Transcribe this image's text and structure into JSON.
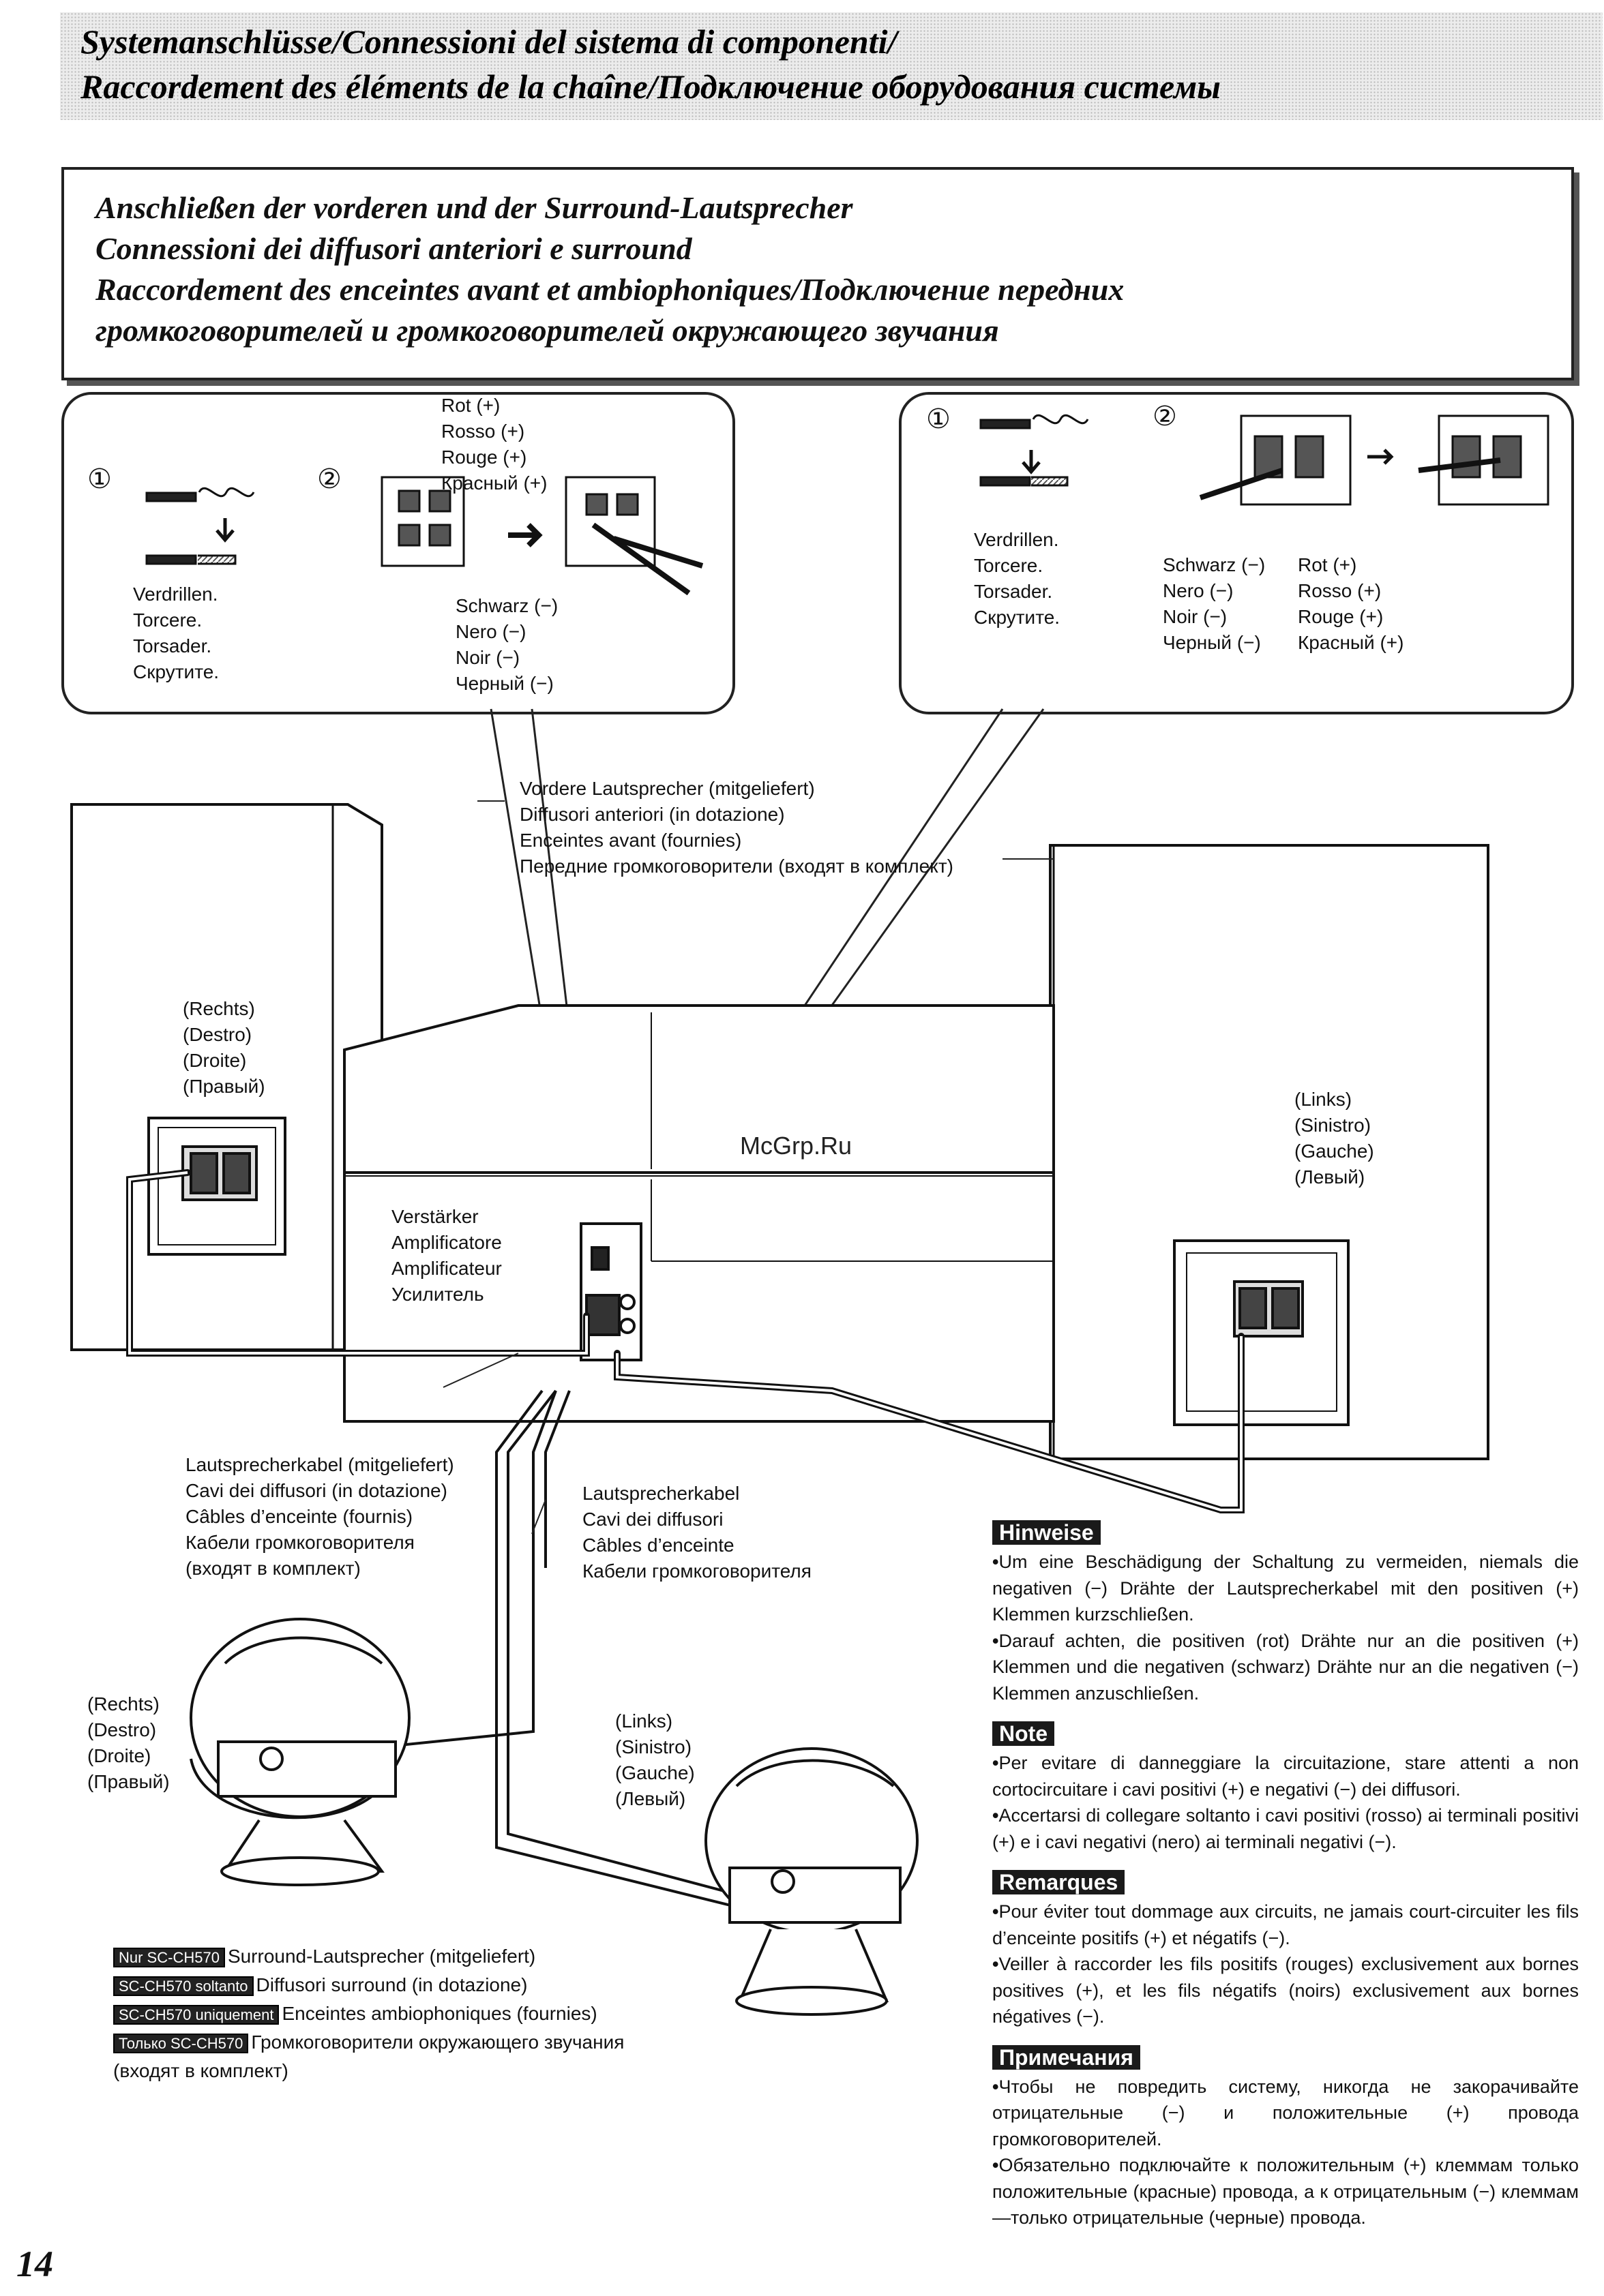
{
  "header": {
    "title_line1": "Systemanschlüsse/Connessioni del sistema di componenti/",
    "title_line2": "Raccordement des éléments de la chaîne/Подключение оборудования системы"
  },
  "section": {
    "line1": "Anschließen der vorderen und der Surround-Lautsprecher",
    "line2": "Connessioni dei diffusori anteriori e surround",
    "line3": "Raccordement des enceintes avant et ambiophoniques/Подключение передних",
    "line4": "громкоговорителей и громкоговорителей окружающего звучания"
  },
  "callout_left": {
    "step1_symbol": "①",
    "step2_symbol": "②",
    "twist": [
      "Verdrillen.",
      "Torcere.",
      "Torsader.",
      "Скрутите."
    ],
    "red": [
      "Rot (+)",
      "Rosso (+)",
      "Rouge (+)",
      "Красный (+)"
    ],
    "black": [
      "Schwarz (−)",
      "Nero (−)",
      "Noir (−)",
      "Черный (−)"
    ]
  },
  "callout_right": {
    "step1_symbol": "①",
    "step2_symbol": "②",
    "twist": [
      "Verdrillen.",
      "Torcere.",
      "Torsader.",
      "Скрутите."
    ],
    "black": [
      "Schwarz (−)",
      "Nero (−)",
      "Noir (−)",
      "Черный (−)"
    ],
    "red": [
      "Rot (+)",
      "Rosso (+)",
      "Rouge (+)",
      "Красный (+)"
    ]
  },
  "front_speakers_label": [
    "Vordere Lautsprecher (mitgeliefert)",
    "Diffusori anteriori (in dotazione)",
    "Enceintes avant (fournies)",
    "Передние громкоговорители (входят в комплект)"
  ],
  "right_front": [
    "(Rechts)",
    "(Destro)",
    "(Droite)",
    "(Правый)"
  ],
  "left_front": [
    "(Links)",
    "(Sinistro)",
    "(Gauche)",
    "(Левый)"
  ],
  "amplifier": [
    "Verstärker",
    "Amplificatore",
    "Amplificateur",
    "Усилитель"
  ],
  "watermark": "McGrp.Ru",
  "speaker_cable_supplied": [
    "Lautsprecherkabel (mitgeliefert)",
    "Cavi dei diffusori (in dotazione)",
    "Câbles d’enceinte (fournis)",
    "Кабели громкоговорителя",
    "(входят в комплект)"
  ],
  "speaker_cable": [
    "Lautsprecherkabel",
    "Cavi dei diffusori",
    "Câbles d’enceinte",
    "Кабели громкоговорителя"
  ],
  "surround_right": [
    "(Rechts)",
    "(Destro)",
    "(Droite)",
    "(Правый)"
  ],
  "surround_left": [
    "(Links)",
    "(Sinistro)",
    "(Gauche)",
    "(Левый)"
  ],
  "surround_legend": [
    {
      "badge": "Nur SC-CH570",
      "text": "Surround-Lautsprecher (mitgeliefert)"
    },
    {
      "badge": "SC-CH570 soltanto",
      "text": "Diffusori surround (in dotazione)"
    },
    {
      "badge": "SC-CH570 uniquement",
      "text": "Enceintes ambiophoniques (fournies)"
    },
    {
      "badge": "Только SC-CH570",
      "text": "Громкоговорители окружающего звучания"
    }
  ],
  "surround_legend_tail": "(входят в комплект)",
  "notes": {
    "hinweise": {
      "head": "Hinweise",
      "items": [
        "Um eine Beschädigung der Schaltung zu vermeiden, niemals die negativen (−) Drähte der Lautsprecherkabel mit den positiven (+) Klemmen kurzschließen.",
        "Darauf achten, die positiven (rot) Drähte nur an die positiven (+) Klemmen und die negativen (schwarz) Drähte nur an die negativen (−) Klemmen anzuschließen."
      ]
    },
    "note": {
      "head": "Note",
      "items": [
        "Per evitare di danneggiare la circuitazione, stare attenti a non cortocircuitare i cavi positivi (+) e negativi (−) dei diffusori.",
        "Accertarsi di collegare soltanto i cavi positivi (rosso) ai terminali positivi (+) e i cavi negativi (nero) ai terminali negativi (−)."
      ]
    },
    "remarques": {
      "head": "Remarques",
      "items": [
        "Pour éviter tout dommage aux circuits, ne jamais court-circuiter les fils d’enceinte positifs (+) et négatifs (−).",
        "Veiller à raccorder les fils positifs (rouges) exclusivement aux bornes positives (+), et les fils négatifs (noirs) exclusivement aux bornes négatives (−)."
      ]
    },
    "primechaniya": {
      "head": "Примечания",
      "items": [
        "Чтобы не повредить систему, никогда не закорачивайте отрицательные (−) и положительные (+) провода громкоговорителей.",
        "Обязательно подключайте к положительным (+) клеммам только положительные (красные) провода, а к отрицательным (−) клеммам—только отрицательные (черные) провода."
      ]
    }
  },
  "page_number": "14"
}
